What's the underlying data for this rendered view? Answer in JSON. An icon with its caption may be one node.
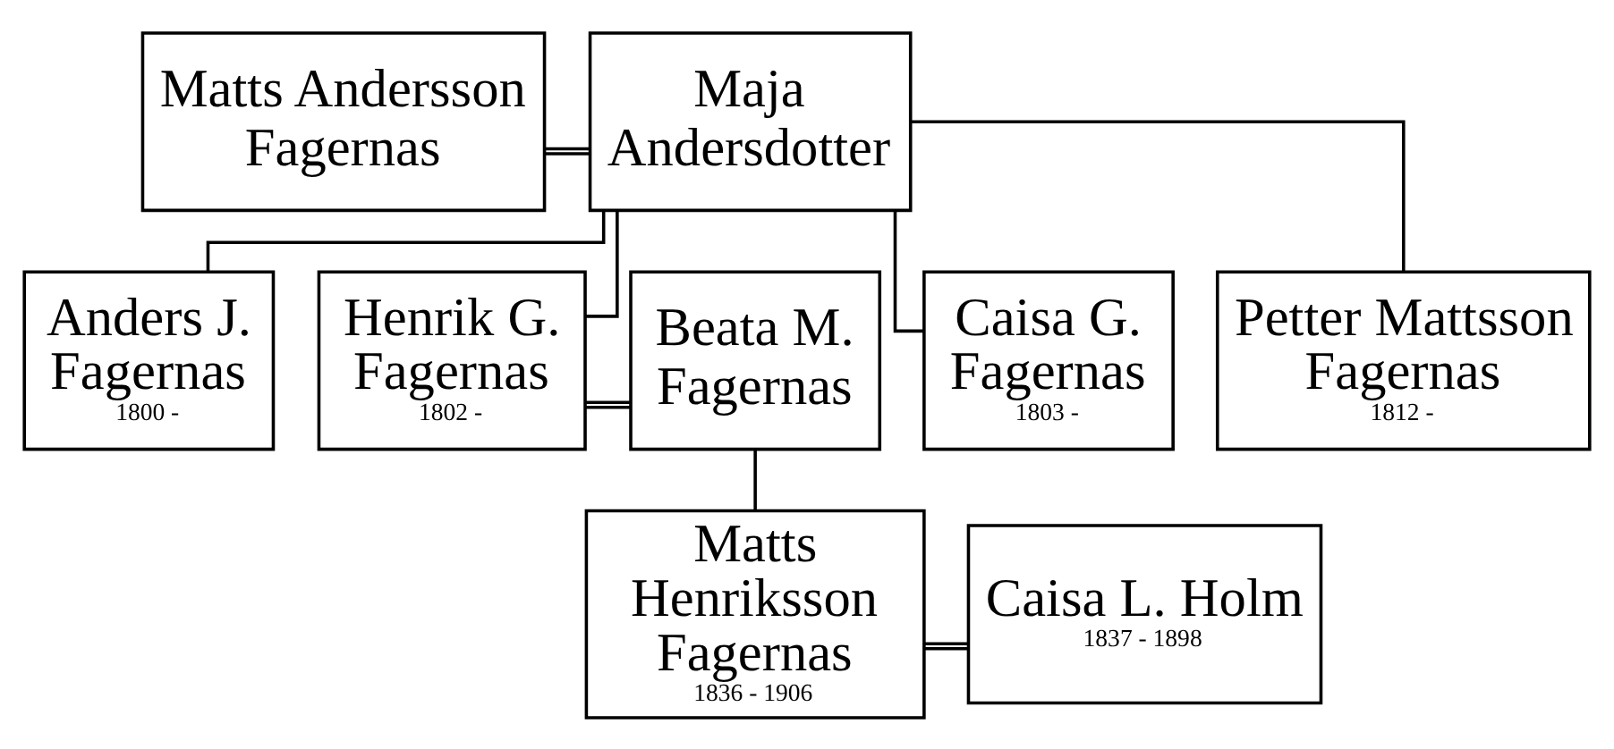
{
  "diagram": {
    "nodes": [
      {
        "text": [
          "Matts Andersson Fagernas"
        ]
      },
      {
        "text": [
          "Maja Andersdotter"
        ]
      },
      {
        "text": [
          "Anders J. Fagernas",
          "1800 -"
        ]
      },
      {
        "text": [
          "Henrik G. Fagernas",
          "1802 -"
        ]
      },
      {
        "text": [
          "Beata M. Fagernas"
        ]
      },
      {
        "text": [
          "Caisa G. Fagernas",
          "1803 -"
        ]
      },
      {
        "text": [
          "Petter Mattsson Fagernas",
          "1812 -"
        ]
      },
      {
        "text": [
          "Matts Henriksson Fagernas",
          "1836 - 1906"
        ]
      },
      {
        "text": [
          "Caisa L. Holm",
          "1837 - 1898"
        ]
      }
    ],
    "edges": [
      {
        "from": 0,
        "to": 1,
        "arrow": "none"
      },
      {
        "from": 1,
        "to": 2,
        "arrow": "none"
      },
      {
        "from": 1,
        "to": 3,
        "arrow": "none"
      },
      {
        "from": 1,
        "to": 5,
        "arrow": "none"
      },
      {
        "from": 1,
        "to": 6,
        "arrow": "none"
      },
      {
        "from": 3,
        "to": 4,
        "arrow": "none"
      },
      {
        "from": 4,
        "to": 7,
        "arrow": "none"
      },
      {
        "from": 7,
        "to": 8,
        "arrow": "none"
      }
    ]
  }
}
